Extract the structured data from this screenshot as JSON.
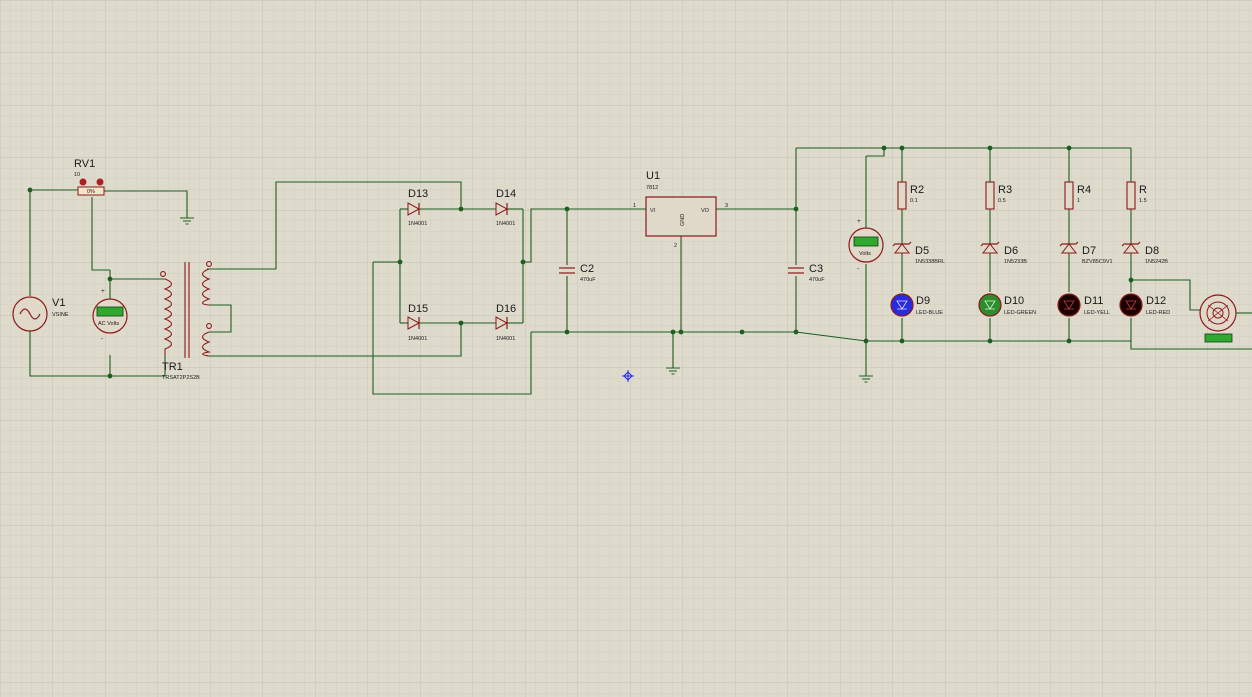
{
  "colors": {
    "background": "#dedbcd",
    "grid_minor": "#cfccbd",
    "grid_major": "#c4c1b1",
    "wire": "#1f5e1f",
    "component": "#8b1a1a",
    "component_fill": "#e0d8c8",
    "meter_screen": "#2fa82f",
    "led_blue": "#2a2ae0",
    "led_green": "#2e8b2e",
    "led_dark": "#1a0000"
  },
  "components": {
    "rv1": {
      "ref": "RV1",
      "value": "10",
      "pct": "0%"
    },
    "v1": {
      "ref": "V1",
      "value": "VSINE"
    },
    "ac_meter": {
      "label": "AC Volts",
      "plus": "+",
      "minus": "-"
    },
    "tr1": {
      "ref": "TR1",
      "value": "TRSAT2P2S2B"
    },
    "d13": {
      "ref": "D13",
      "value": "1N4001"
    },
    "d14": {
      "ref": "D14",
      "value": "1N4001"
    },
    "d15": {
      "ref": "D15",
      "value": "1N4001"
    },
    "d16": {
      "ref": "D16",
      "value": "1N4001"
    },
    "c2": {
      "ref": "C2",
      "value": "470uF"
    },
    "u1": {
      "ref": "U1",
      "value": "7812",
      "pin_vi": "VI",
      "pin_vo": "VO",
      "pin_gnd": "GND",
      "pin1": "1",
      "pin2": "2",
      "pin3": "3"
    },
    "c3": {
      "ref": "C3",
      "value": "470uF"
    },
    "dc_meter": {
      "label": "Volts",
      "plus": "+",
      "minus": "-"
    },
    "r2": {
      "ref": "R2",
      "value": "0.1"
    },
    "r3": {
      "ref": "R3",
      "value": "0.5"
    },
    "r4": {
      "ref": "R4",
      "value": "1"
    },
    "r": {
      "ref": "R",
      "value": "1.5"
    },
    "d5": {
      "ref": "D5",
      "value": "1N5338BRL"
    },
    "d6": {
      "ref": "D6",
      "value": "1N5233B"
    },
    "d7": {
      "ref": "D7",
      "value": "BZV85C9V1"
    },
    "d8": {
      "ref": "D8",
      "value": "1N5242B"
    },
    "d9": {
      "ref": "D9",
      "value": "LED-BLUE"
    },
    "d10": {
      "ref": "D10",
      "value": "LED-GREEN"
    },
    "d11": {
      "ref": "D11",
      "value": "LED-YELL"
    },
    "d12": {
      "ref": "D12",
      "value": "LED-RED"
    }
  }
}
